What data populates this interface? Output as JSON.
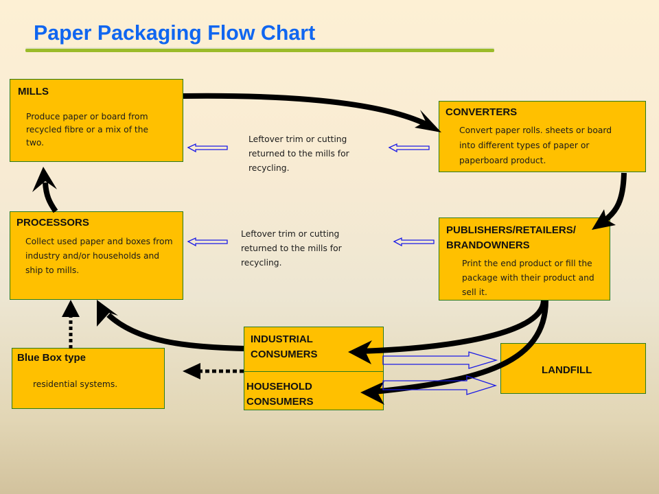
{
  "title": "Paper Packaging Flow Chart",
  "colors": {
    "title": "#1066f0",
    "title_rule": "#9bbb2a",
    "box_fill": "#ffc000",
    "box_border": "#2a7a1a",
    "flow_arrow": "#000000",
    "scrap_arrow": "#1a1ae6"
  },
  "nodes": {
    "mills": {
      "title": "MILLS",
      "lines": [
        "Produce paper or board from",
        "recycled fibre or a mix of the",
        "two."
      ]
    },
    "converters": {
      "title": "CONVERTERS",
      "lines": [
        "Convert paper rolls. sheets or board",
        "into different types of paper or",
        "paperboard  product."
      ]
    },
    "processors": {
      "title": "PROCESSORS",
      "lines": [
        "Collect used paper and boxes from",
        "industry and/or households and",
        "ship to mills."
      ]
    },
    "publishers": {
      "title_lines": [
        "PUBLISHERS/RETAILERS/",
        "BRANDOWNERS"
      ],
      "lines": [
        "Print the end product  or fill the",
        "package with their product and",
        "sell it."
      ]
    },
    "blue_box": {
      "title": "Blue Box type",
      "lines": [
        "residential systems."
      ]
    },
    "industrial": {
      "title_lines": [
        "INDUSTRIAL",
        "CONSUMERS"
      ]
    },
    "household": {
      "title_lines": [
        "HOUSEHOLD",
        "CONSUMERS"
      ]
    },
    "landfill": {
      "title": "LANDFILL"
    }
  },
  "notes": {
    "top": [
      "Leftover trim  or  cutting",
      "returned  to the mills for",
      "recycling."
    ],
    "middle": [
      "Leftover trim  or  cutting",
      "returned  to the mills for",
      "recycling."
    ]
  },
  "edges": [
    {
      "from": "mills",
      "to": "converters",
      "style": "solid"
    },
    {
      "from": "converters",
      "to": "publishers",
      "style": "solid"
    },
    {
      "from": "publishers",
      "to": "industrial",
      "style": "solid"
    },
    {
      "from": "publishers",
      "to": "household",
      "style": "solid"
    },
    {
      "from": "industrial",
      "to": "processors",
      "style": "solid"
    },
    {
      "from": "processors",
      "to": "mills",
      "style": "solid"
    },
    {
      "from": "blue_box",
      "to": "processors",
      "style": "dashed"
    },
    {
      "from": "household",
      "to": "blue_box",
      "style": "dashed"
    },
    {
      "from": "converters",
      "to": "mills",
      "style": "scrap"
    },
    {
      "from": "publishers",
      "to": "processors",
      "style": "scrap"
    },
    {
      "from": "industrial",
      "to": "landfill",
      "style": "scrap"
    },
    {
      "from": "household",
      "to": "landfill",
      "style": "scrap"
    }
  ]
}
